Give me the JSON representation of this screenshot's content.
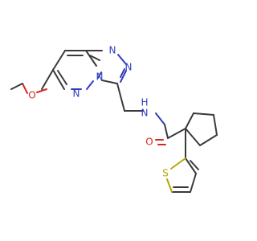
{
  "colors": {
    "bond": "#3a3a3a",
    "nitrogen": "#2f3dbd",
    "oxygen": "#d42a1c",
    "sulfur": "#b8a400",
    "background": "#ffffff"
  },
  "atoms": {
    "ring_n1": "N",
    "ring_n2": "N",
    "ring_n3": "N",
    "ring_n4": "N",
    "ether_o": "O",
    "amide_nh": "N",
    "amide_nh_h": "H",
    "carbonyl_o": "O",
    "thiophene_s": "S"
  }
}
